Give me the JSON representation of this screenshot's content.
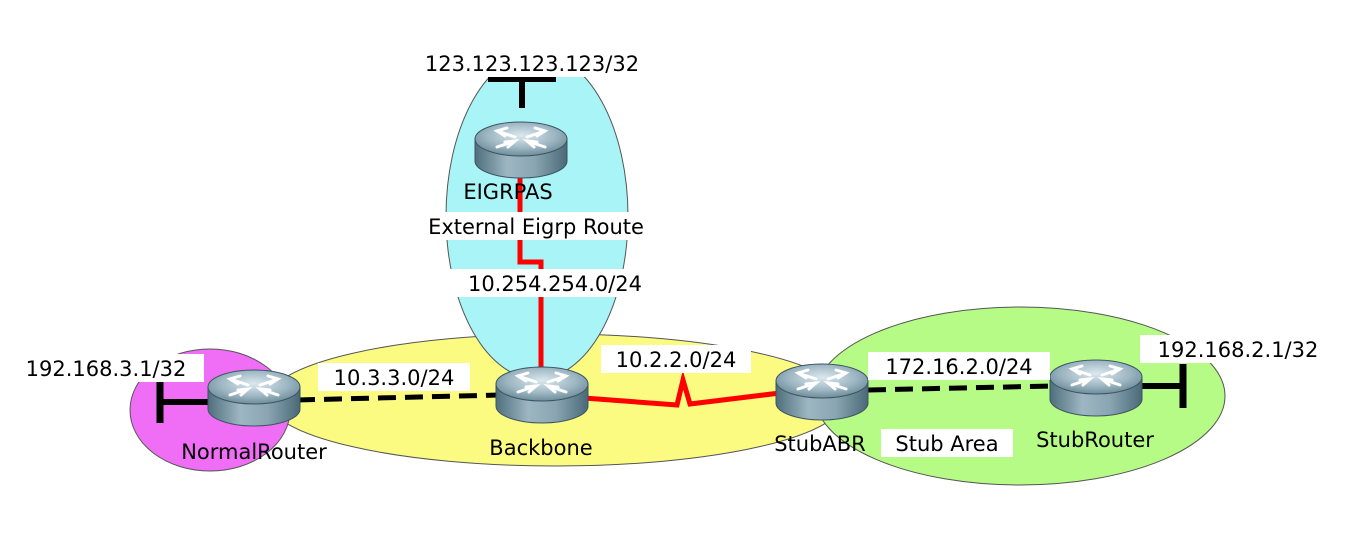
{
  "areas": {
    "eigrp": {
      "color": "#a8f4f7"
    },
    "normal": {
      "color": "#f06df5"
    },
    "backbone": {
      "color": "#fbfb82"
    },
    "stub": {
      "color": "#b5fb86"
    }
  },
  "links": {
    "red_color": "#ff0000",
    "dashed_color": "#000000"
  },
  "routers": {
    "eigrpas": "EIGRPAS",
    "normal": "NormalRouter",
    "backbone": "Backbone",
    "stubabr": "StubABR",
    "stub": "StubRouter"
  },
  "labels": {
    "loopback_eigrp": "123.123.123.123/32",
    "external_route": "External Eigrp Route",
    "net_eigrp_backbone": "10.254.254.0/24",
    "loopback_normal": "192.168.3.1/32",
    "net_normal_backbone": "10.3.3.0/24",
    "net_backbone_abr": "10.2.2.0/24",
    "net_abr_stub": "172.16.2.0/24",
    "loopback_stub": "192.168.2.1/32",
    "stub_area": "Stub Area"
  },
  "icons": {
    "router": "router-icon",
    "loopback": "loopback-terminator-icon"
  }
}
